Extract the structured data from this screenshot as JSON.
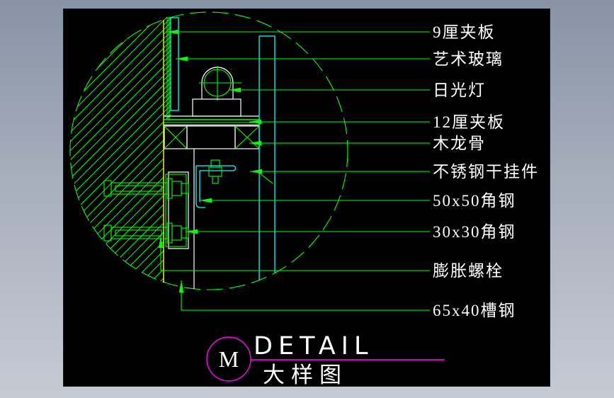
{
  "window": {
    "canvas_background": "#000000",
    "frame_color_top": "#8893a6",
    "frame_color_bottom": "#c6cad3"
  },
  "colors": {
    "line_green": "#00ff00",
    "line_cyan": "#00ffff",
    "line_yellow": "#ffff00",
    "line_white": "#ffffff",
    "line_magenta": "#ff00ff"
  },
  "drawing": {
    "annotations": [
      {
        "label": "9厘夹板"
      },
      {
        "label": "艺术玻璃"
      },
      {
        "label": "日光灯"
      },
      {
        "label": "12厘夹板"
      },
      {
        "label": "木龙骨"
      },
      {
        "label": "不锈钢干挂件"
      },
      {
        "label": "50x50角钢"
      },
      {
        "label": "30x30角钢"
      },
      {
        "label": "膨胀螺栓"
      },
      {
        "label": "65x40槽钢"
      }
    ],
    "title_block": {
      "bubble_letter": "M",
      "title_en": "DETAIL",
      "title_zh": "大样图"
    }
  }
}
